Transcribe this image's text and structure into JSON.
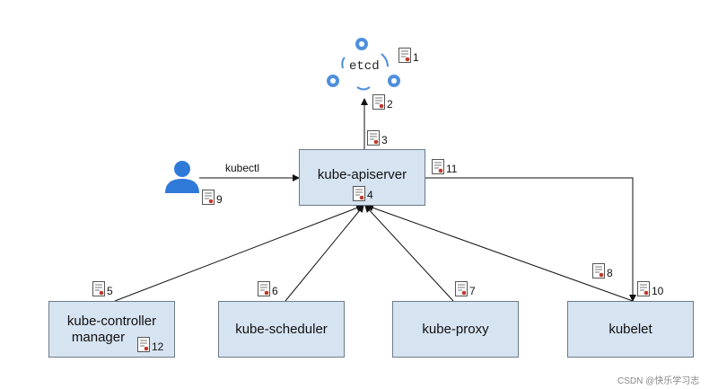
{
  "components": {
    "apiserver": "kube-apiserver",
    "controller_line1": "kube-controller",
    "controller_line2": "manager",
    "scheduler": "kube-scheduler",
    "proxy": "kube-proxy",
    "kubelet": "kubelet",
    "etcd": "etcd"
  },
  "edge_labels": {
    "kubectl": "kubectl"
  },
  "doc_numbers": {
    "n1": "1",
    "n2": "2",
    "n3": "3",
    "n4": "4",
    "n5": "5",
    "n6": "6",
    "n7": "7",
    "n8": "8",
    "n9": "9",
    "n10": "10",
    "n11": "11",
    "n12": "12"
  },
  "watermark": "CSDN @快乐学习志",
  "colors": {
    "box_fill": "#d6e3f1",
    "user_icon": "#2f7ad8",
    "etcd_icon": "#4f8fdd",
    "doc_accent": "#c0392b"
  }
}
